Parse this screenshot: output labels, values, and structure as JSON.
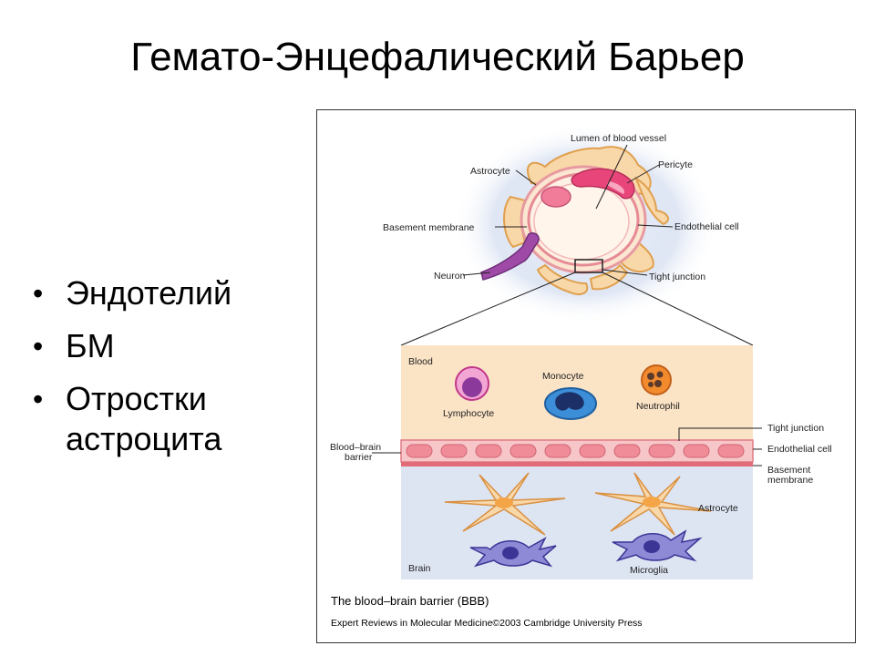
{
  "slide": {
    "title": "Гемато-Энцефалический Барьер",
    "bullets": [
      {
        "text": "Эндотелий"
      },
      {
        "text": "БМ"
      },
      {
        "text": "Отростки астроцита"
      }
    ]
  },
  "figure": {
    "top_labels": {
      "lumen": "Lumen of blood vessel",
      "astrocyte": "Astrocyte",
      "pericyte": "Pericyte",
      "basement_membrane": "Basement membrane",
      "endothelial_cell": "Endothelial cell",
      "neuron": "Neuron",
      "tight_junction": "Tight junction"
    },
    "bottom_labels": {
      "blood": "Blood",
      "monocyte": "Monocyte",
      "lymphocyte": "Lymphocyte",
      "neutrophil": "Neutrophil",
      "tight_junction": "Tight junction",
      "endothelial_cell": "Endothelial cell",
      "basement_membrane_1": "Basement",
      "basement_membrane_2": "membrane",
      "bbb_1": "Blood–brain",
      "bbb_2": "barrier",
      "astrocyte": "Astrocyte",
      "brain": "Brain",
      "microglia": "Microglia"
    },
    "caption": "The blood–brain barrier (BBB)",
    "credit": "Expert Reviews in Molecular Medicine©2003 Cambridge University Press"
  }
}
